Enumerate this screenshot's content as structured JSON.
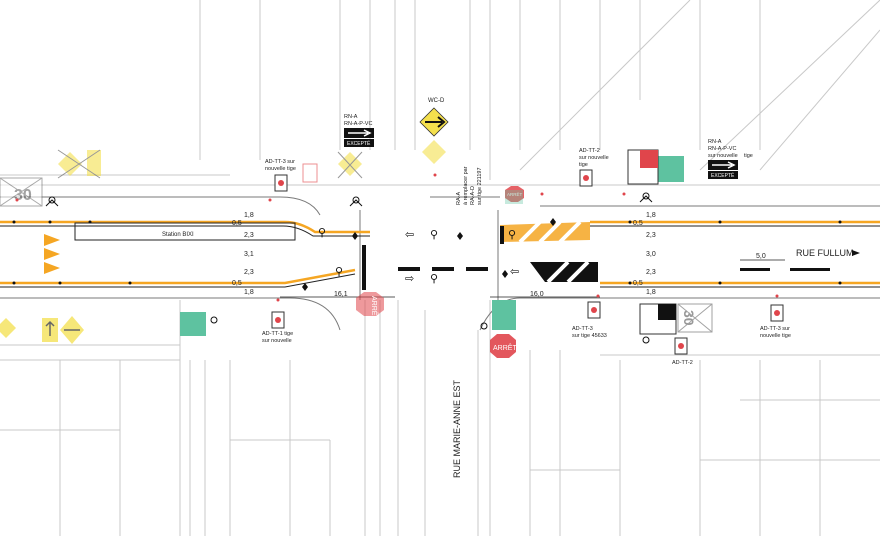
{
  "streets": {
    "main": "RUE FULLUM",
    "cross": "RUE MARIE-ANNE EST"
  },
  "station_label": "Station BIXI",
  "widths_top": [
    "1,8",
    "0,5",
    "2,3",
    "3,1",
    "2,3",
    "0,5",
    "1,8"
  ],
  "widths_right": [
    "1,8",
    "0,5",
    "2,3",
    "3,0",
    "2,3",
    "0,5",
    "1,8"
  ],
  "dims": {
    "left": "16,1",
    "right": "16,0",
    "parking": "5,0"
  },
  "stop_text": "ARRÊT",
  "speed": "30",
  "signs": {
    "rna_top": [
      "RN-A",
      "RN-A-P-VC"
    ],
    "wc_d": "WC-D",
    "ad_tt3": [
      "AD-TT-3 sur",
      "nouvelle tige"
    ],
    "ad_tt2": [
      "AD-TT-2",
      "sur nouvelle",
      "tige"
    ],
    "rna_right": [
      "RN-A",
      "RN-A-P-VC",
      "sur nouvelle",
      "tige"
    ],
    "ad_tt3_low": [
      "AD-TT-3",
      "sur tige 45633"
    ],
    "ad_tt3_right": [
      "AD-TT-3 sur",
      "nouvelle tige"
    ],
    "ad_tt2_low": "AD-TT-2",
    "ad_tt1": [
      "AD-TT-1 tige",
      "sur nouvelle"
    ],
    "exc": "EXCEPTÉ",
    "ra_replace": [
      "RA-A",
      "à remplacer par",
      "RA-A-D",
      "sur tige 221197"
    ]
  },
  "colors": {
    "curb_orange": "#f5a623",
    "sign_yellow": "#f4e04d",
    "sign_green": "#5ec2a0",
    "stop_red": "#e0454b",
    "line_dark": "#111111"
  }
}
